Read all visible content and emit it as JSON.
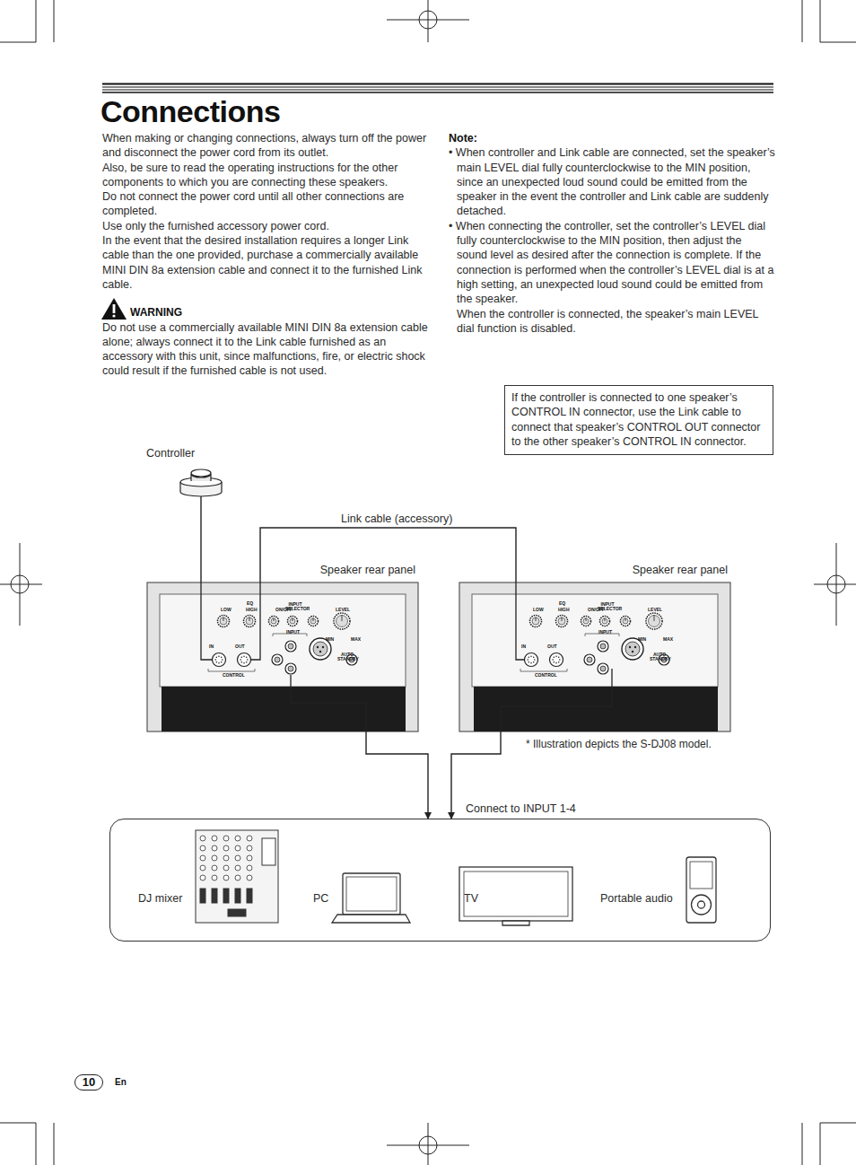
{
  "diagram": {
    "title": "Connections",
    "nodes": [
      {
        "text": [
          "If the controller is connected to one speaker’s CONTROL IN connector, use the Link cable to connect that speaker’s CONTROL OUT connector to the other speaker’s CONTROL IN connector."
        ]
      },
      {
        "text": [
          "Controller"
        ]
      },
      {
        "text": [
          "Speaker rear panel"
        ]
      },
      {
        "text": [
          "Speaker rear panel"
        ]
      },
      {
        "text": [
          "Connect to INPUT 1-4"
        ]
      },
      {
        "text": [
          "DJ mixer"
        ],
        "in": 4
      },
      {
        "text": [
          "PC"
        ],
        "in": 4
      },
      {
        "text": [
          "TV"
        ],
        "in": 4
      },
      {
        "text": [
          "Portable audio"
        ],
        "in": 4
      }
    ],
    "edges": [
      {
        "from": 1,
        "to": 2,
        "arrow": "none"
      },
      {
        "from": 2,
        "to": 3,
        "label": "Link cable (accessory)",
        "arrow": "none"
      },
      {
        "from": 2,
        "to": 4,
        "arrow": "to"
      },
      {
        "from": 3,
        "to": 4,
        "arrow": "to"
      }
    ],
    "labels": [
      "When making or changing connections, always turn off the power and disconnect the power cord from its outlet.",
      "Also, be sure to read the operating instructions for the other components to which you are connecting these speakers.",
      "Do not connect the power cord until all other connections are completed.",
      "Use only the furnished accessory power cord.",
      "In the event that the desired installation requires a longer Link cable than the one provided, purchase a commercially available MINI DIN 8a extension cable and connect it to the furnished Link cable.",
      "WARNING",
      "Do not use a commercially available MINI DIN 8a extension cable alone; always connect it to the Link cable furnished as an accessory with this unit, since malfunctions, fire, or electric shock could result if the furnished cable is not used.",
      "Note:",
      "• When controller and Link cable are connected, set the speaker’s main LEVEL dial fully counterclockwise to the MIN position, since an unexpected loud sound could be emitted from the speaker in the event the controller and Link cable are suddenly detached.",
      "• When connecting the controller, set the controller’s LEVEL dial fully counterclockwise to the MIN position, then adjust the sound level as desired after the connection is complete. If the connection is performed when the controller’s LEVEL dial is at a high setting, an unexpected loud sound could be emitted from the speaker.",
      "When the controller is connected, the speaker’s main LEVEL dial function is disabled.",
      "* Illustration depicts the S-DJ08 model.",
      "10",
      "En",
      "EQ",
      "LOW",
      "HIGH",
      "ON/OFF",
      "INPUT SELECTOR",
      "LEVEL",
      "MIN",
      "MAX",
      "IN",
      "OUT",
      "CONTROL",
      "INPUT",
      "AUTO STANDBY",
      "EQ",
      "LOW",
      "HIGH",
      "ON/OFF",
      "INPUT SELECTOR",
      "LEVEL",
      "MIN",
      "MAX",
      "IN",
      "OUT",
      "CONTROL",
      "INPUT",
      "AUTO STANDBY"
    ]
  }
}
